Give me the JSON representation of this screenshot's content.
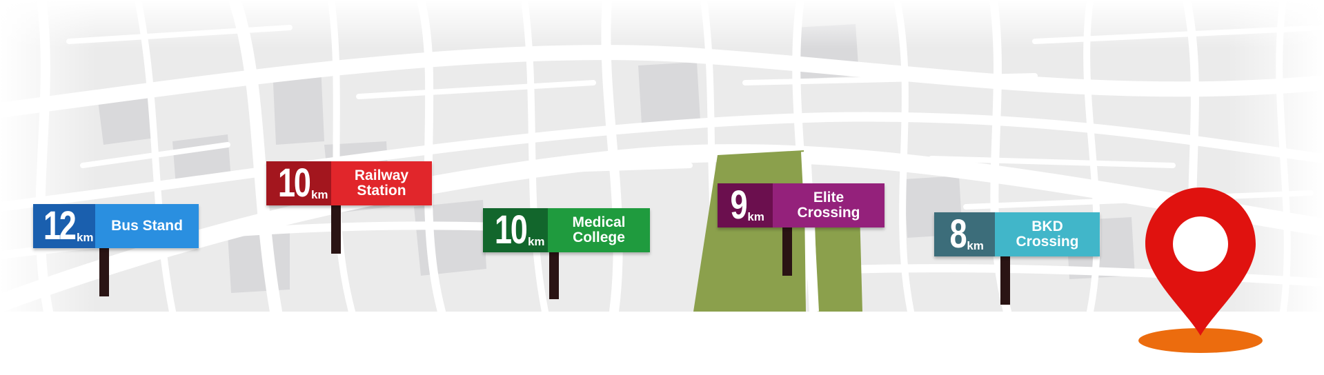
{
  "colors": {
    "map_block": "#ebebeb",
    "map_block_dark": "#d9d9db",
    "map_road": "#ffffff",
    "park": "#8ba04c",
    "pin": "#e0120f",
    "pin_shadow": "#ec6c0e",
    "post": "#2a1414"
  },
  "icons": {
    "location_pin": "map-pin-icon"
  },
  "signs": [
    {
      "distance": "12",
      "unit": "km",
      "place": "Bus Stand",
      "dark": "#1a5fae",
      "light": "#2a8fe0"
    },
    {
      "distance": "10",
      "unit": "km",
      "place": "Railway\nStation",
      "dark": "#a3161e",
      "light": "#e1262b"
    },
    {
      "distance": "10",
      "unit": "km",
      "place": "Medical\nCollege",
      "dark": "#12662c",
      "light": "#1f9b3e"
    },
    {
      "distance": "9",
      "unit": "km",
      "place": "Elite\nCrossing",
      "dark": "#6b0f4e",
      "light": "#94217b"
    },
    {
      "distance": "8",
      "unit": "km",
      "place": "BKD\nCrossing",
      "dark": "#3c6d7a",
      "light": "#41b6c9"
    }
  ]
}
